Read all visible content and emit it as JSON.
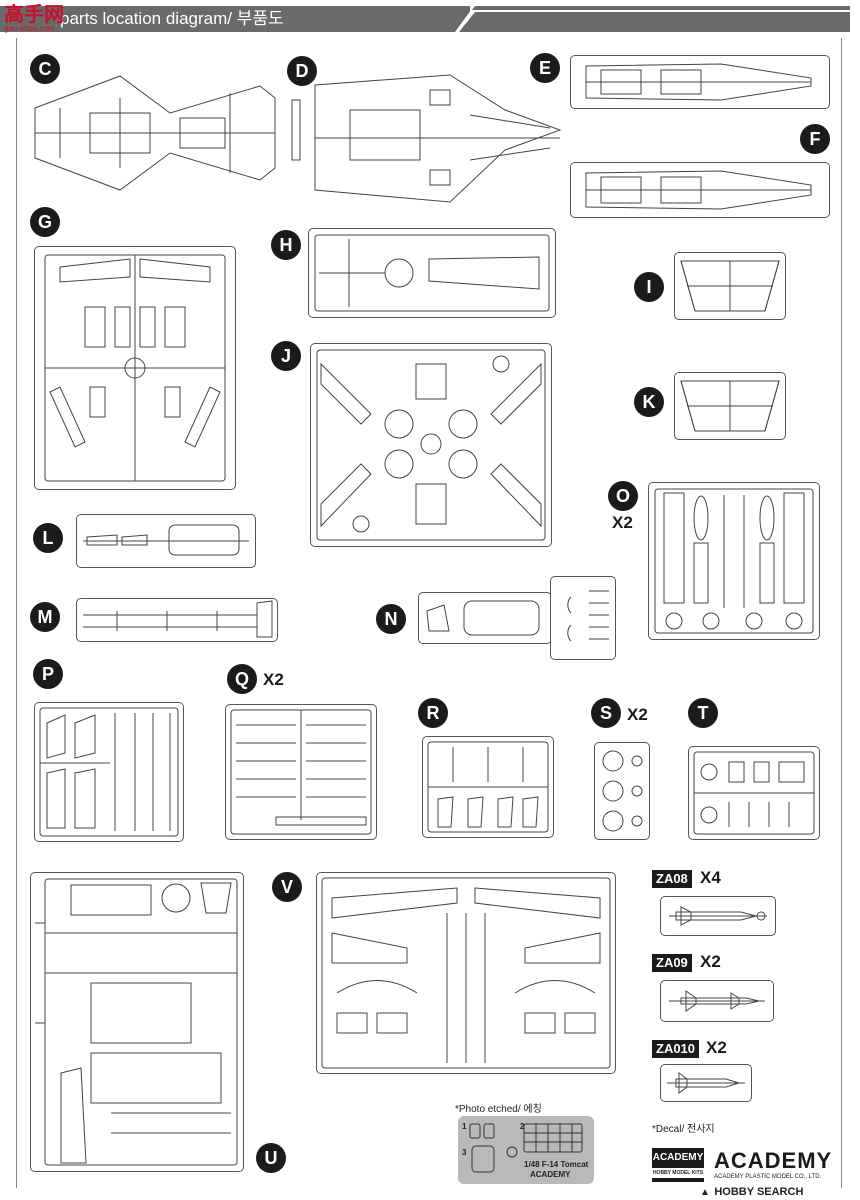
{
  "header": {
    "title": "parts location diagram/ 부품도"
  },
  "site_logo": {
    "big_text": "高手网",
    "small_text": "gao-shou.com"
  },
  "parts": [
    {
      "letter": "C",
      "mult": ""
    },
    {
      "letter": "D",
      "mult": ""
    },
    {
      "letter": "E",
      "mult": ""
    },
    {
      "letter": "F",
      "mult": ""
    },
    {
      "letter": "G",
      "mult": ""
    },
    {
      "letter": "H",
      "mult": ""
    },
    {
      "letter": "I",
      "mult": ""
    },
    {
      "letter": "J",
      "mult": ""
    },
    {
      "letter": "K",
      "mult": ""
    },
    {
      "letter": "L",
      "mult": ""
    },
    {
      "letter": "M",
      "mult": ""
    },
    {
      "letter": "N",
      "mult": ""
    },
    {
      "letter": "O",
      "mult": "X2"
    },
    {
      "letter": "P",
      "mult": ""
    },
    {
      "letter": "Q",
      "mult": "X2"
    },
    {
      "letter": "R",
      "mult": ""
    },
    {
      "letter": "S",
      "mult": "X2"
    },
    {
      "letter": "T",
      "mult": ""
    },
    {
      "letter": "U",
      "mult": ""
    },
    {
      "letter": "V",
      "mult": ""
    }
  ],
  "za_parts": [
    {
      "code": "ZA08",
      "mult": "X4"
    },
    {
      "code": "ZA09",
      "mult": "X2"
    },
    {
      "code": "ZA010",
      "mult": "X2"
    }
  ],
  "photo_etched": {
    "label": "*Photo etched/ 에칭",
    "numbers": [
      "1",
      "2",
      "3"
    ],
    "plate_text": "1/48 F-14 Tomcat",
    "plate_brand": "ACADEMY"
  },
  "decal": {
    "label": "*Decal/ 전사지"
  },
  "brand": {
    "box_top": "ACADEMY",
    "box_bottom": "HOBBY MODEL KITS",
    "wordmark": "ACADEMY",
    "company": "ACADEMY PLASTIC MODEL CO., LTD."
  },
  "watermark": "HOBBY SEARCH",
  "colors": {
    "banner": "#6a6a6a",
    "badge": "#1b1b1b",
    "logo_red": "#c8102e",
    "pe_plate": "#b9b9b9"
  }
}
